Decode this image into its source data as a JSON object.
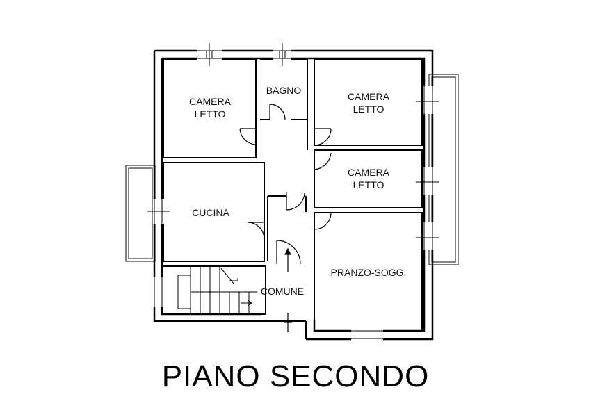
{
  "title": "PIANO SECONDO",
  "rooms": {
    "camera1": [
      "CAMERA",
      "LETTO"
    ],
    "bagno": [
      "BAGNO"
    ],
    "camera2": [
      "CAMERA",
      "LETTO"
    ],
    "camera3": [
      "CAMERA",
      "LETTO"
    ],
    "cucina": [
      "CUCINA"
    ],
    "soggiorno": [
      "PRANZO-SOGG."
    ],
    "comune": [
      "COMUNE"
    ]
  }
}
